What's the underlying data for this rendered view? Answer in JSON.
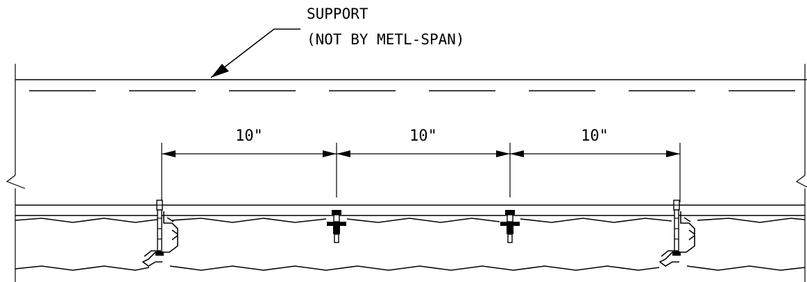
{
  "support_label": {
    "line1": "SUPPORT",
    "line2": "(NOT BY METL-SPAN)"
  },
  "dimensions": [
    {
      "label": "10\""
    },
    {
      "label": "10\""
    },
    {
      "label": "10\""
    }
  ],
  "colors": {
    "ink": "#000000",
    "paper": "#ffffff"
  },
  "icons": {
    "fastener": "screw-with-washer-icon",
    "clip": "panel-clip-icon",
    "break": "break-line-icon"
  }
}
